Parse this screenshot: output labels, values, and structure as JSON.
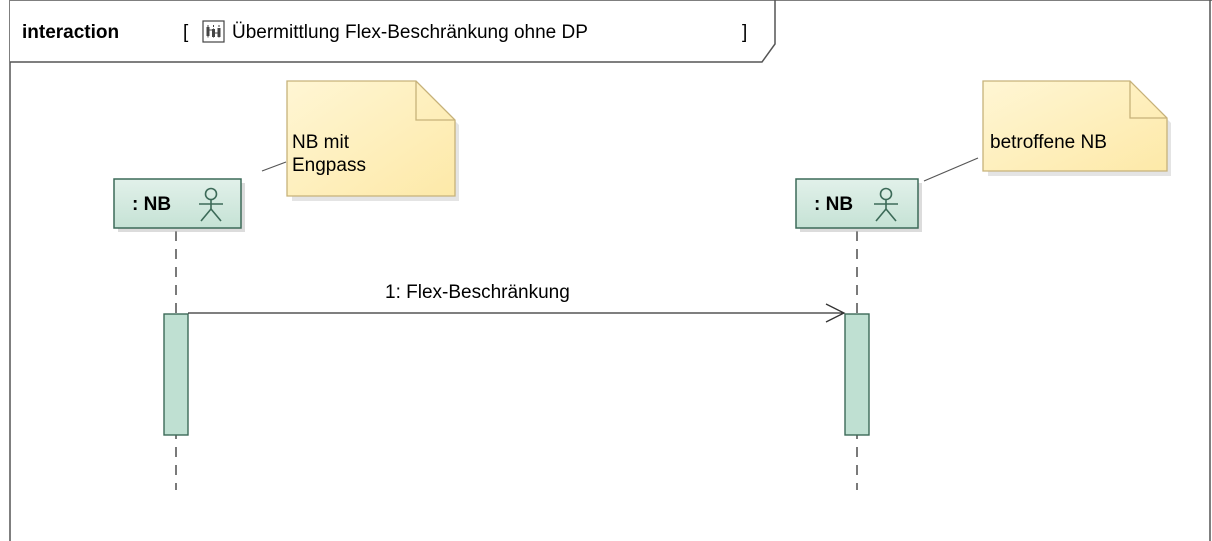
{
  "frame": {
    "keyword": "interaction",
    "open_bracket": "[",
    "close_bracket": "]",
    "title": "Übermittlung Flex-Beschränkung ohne DP",
    "icon": "sequence-diagram-icon"
  },
  "lifelines": [
    {
      "name": ": NB",
      "icon": "actor-icon"
    },
    {
      "name": ": NB",
      "icon": "actor-icon"
    }
  ],
  "notes": [
    {
      "lines": [
        "NB mit",
        "Engpass"
      ]
    },
    {
      "lines": [
        "betroffene NB"
      ]
    }
  ],
  "message": {
    "label": "1: Flex-Beschränkung"
  },
  "colors": {
    "lifeline_fill": "#cfe6dd",
    "lifeline_border": "#3c6a58",
    "activation_fill": "#bfe0d2",
    "note_fill": "#fff2c4",
    "note_border": "#c7b27a",
    "frame_border": "#555555"
  }
}
